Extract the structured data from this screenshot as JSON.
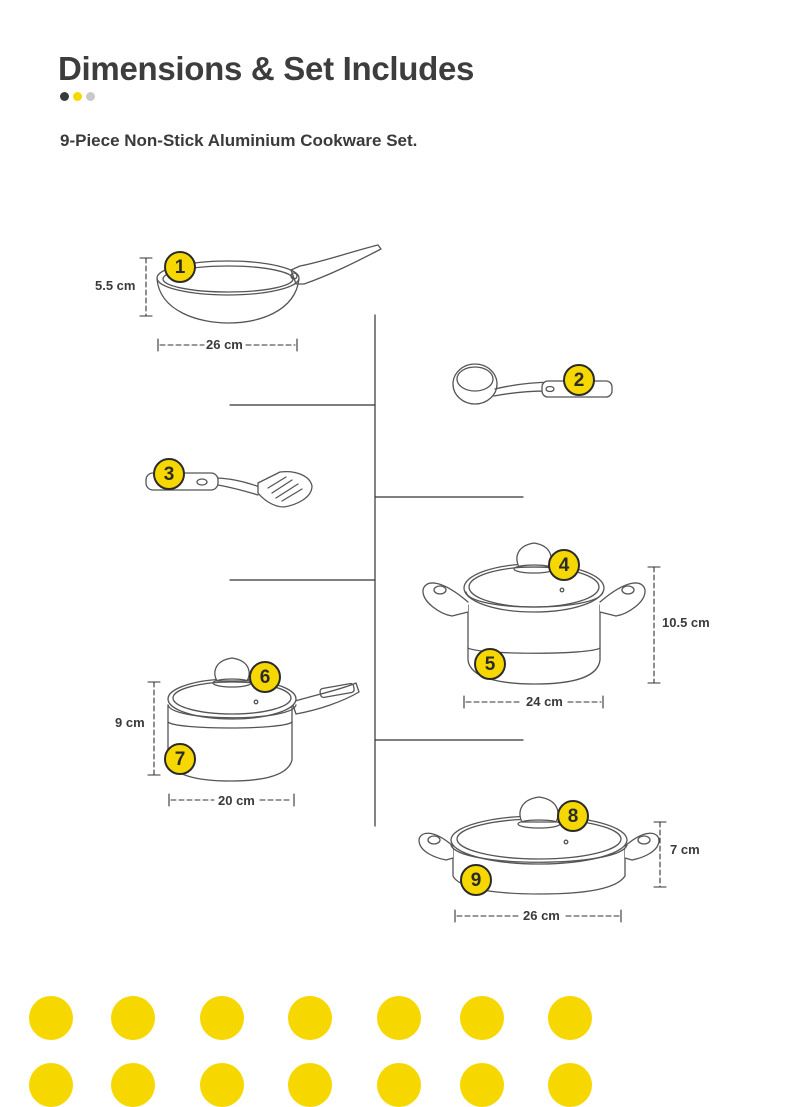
{
  "page": {
    "title": "Dimensions & Set Includes",
    "subtitle": "9-Piece Non-Stick Aluminium Cookware Set."
  },
  "colors": {
    "accent_yellow": "#f6d800",
    "dot_dark": "#3a3a3a",
    "dot_grey": "#c8c8c8",
    "line_art": "#555555"
  },
  "items": [
    {
      "number": "1",
      "name": "frying-pan"
    },
    {
      "number": "2",
      "name": "ladle"
    },
    {
      "number": "3",
      "name": "spatula"
    },
    {
      "number": "4",
      "name": "casserole-lid"
    },
    {
      "number": "5",
      "name": "casserole"
    },
    {
      "number": "6",
      "name": "saucepan-lid"
    },
    {
      "number": "7",
      "name": "saucepan"
    },
    {
      "number": "8",
      "name": "shallow-casserole-lid"
    },
    {
      "number": "9",
      "name": "shallow-casserole"
    }
  ],
  "dimensions": {
    "frying_pan_height": "5.5 cm",
    "frying_pan_width": "26 cm",
    "casserole_height": "10.5 cm",
    "casserole_width": "24 cm",
    "saucepan_height": "9 cm",
    "saucepan_width": "20 cm",
    "shallow_casserole_height": "7 cm",
    "shallow_casserole_width": "26 cm"
  }
}
